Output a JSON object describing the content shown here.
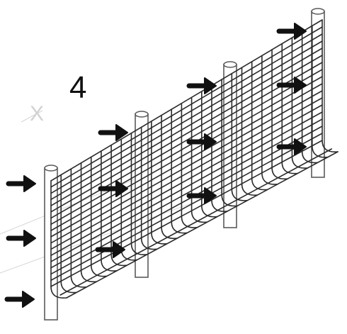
{
  "step_number": "4",
  "axis_label": "X",
  "colors": {
    "ink": "#1a1a1a",
    "grid": "#2b2b2b",
    "post": "#5a5a5a",
    "axis": "#d2d2d2",
    "background": "#ffffff"
  },
  "icons": {
    "arrow": "right-arrow-icon",
    "post": "fence-post"
  }
}
